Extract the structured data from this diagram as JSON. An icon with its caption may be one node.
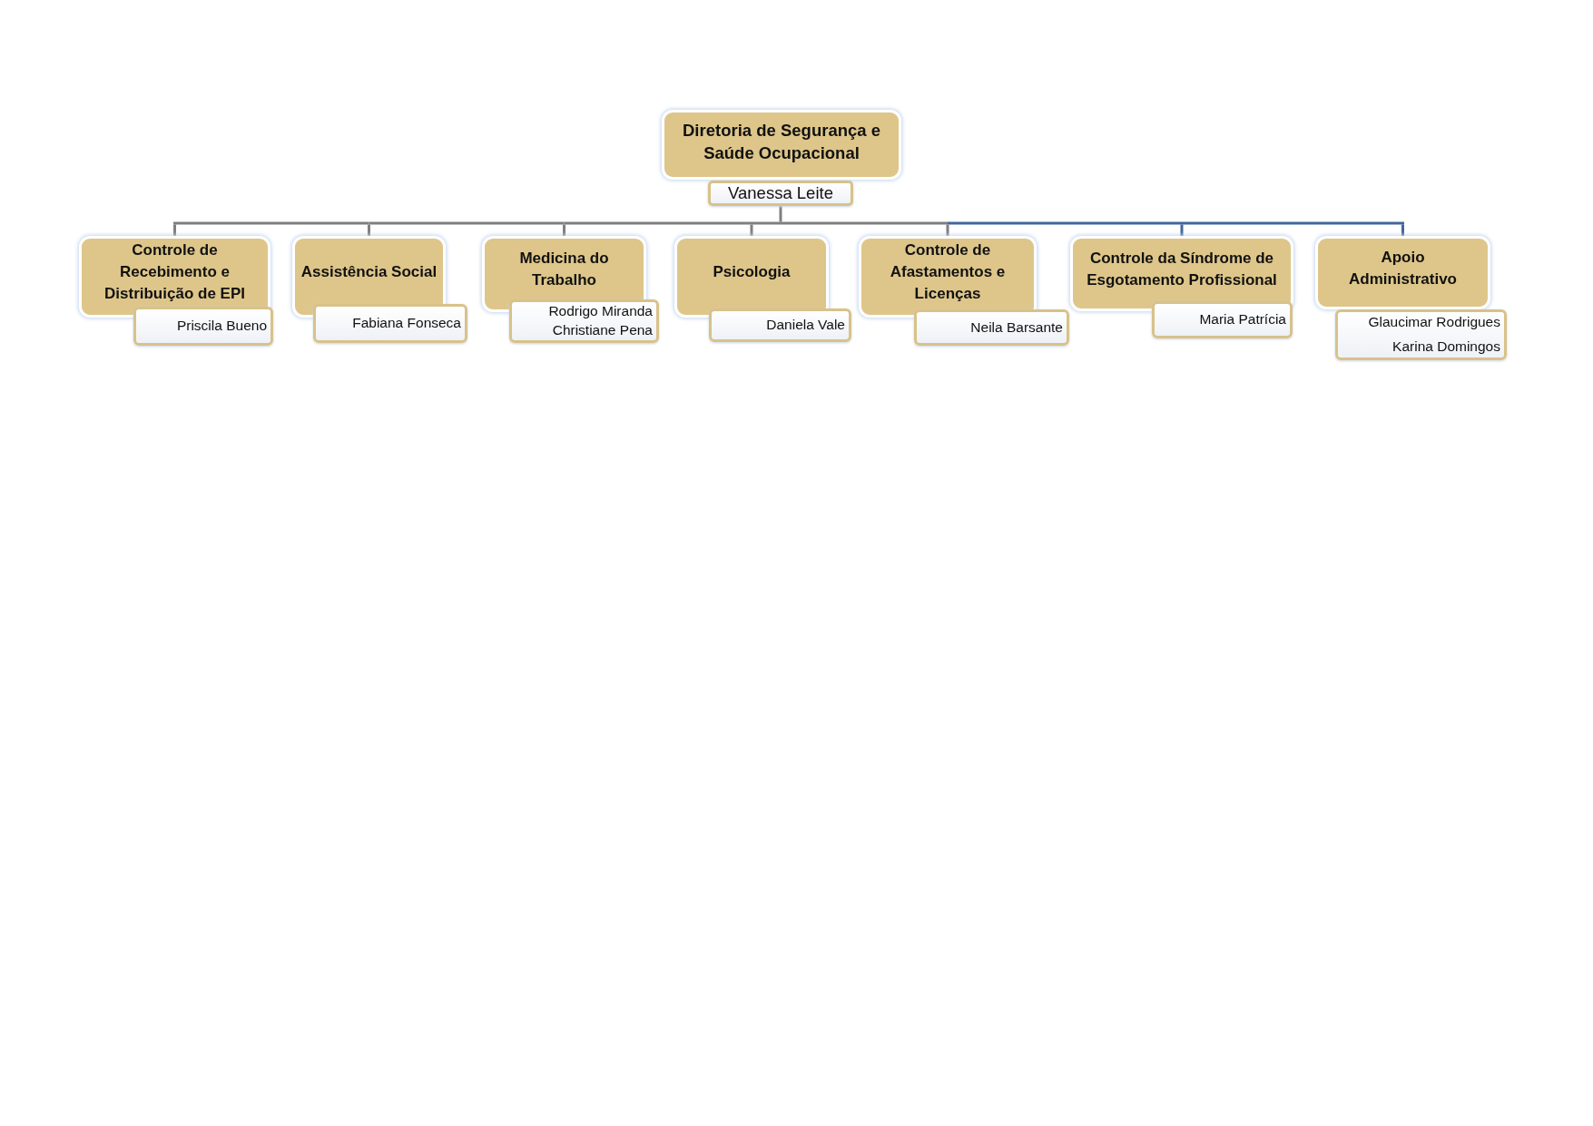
{
  "diagram": {
    "nodes": [
      {
        "text": [
          "Diretoria de Segurança e Saúde Ocupacional"
        ]
      },
      {
        "text": [
          "Vanessa Leite"
        ]
      },
      {
        "text": [
          "Controle de Recebimento e Distribuição de EPI"
        ]
      },
      {
        "text": [
          "Priscila Bueno"
        ]
      },
      {
        "text": [
          "Assistência Social"
        ]
      },
      {
        "text": [
          "Fabiana Fonseca"
        ]
      },
      {
        "text": [
          "Medicina do Trabalho"
        ]
      },
      {
        "text": [
          "Rodrigo Miranda",
          "Christiane Pena"
        ]
      },
      {
        "text": [
          "Psicologia"
        ]
      },
      {
        "text": [
          "Daniela Vale"
        ]
      },
      {
        "text": [
          "Controle de Afastamentos e Licenças"
        ]
      },
      {
        "text": [
          "Neila Barsante"
        ]
      },
      {
        "text": [
          "Controle da Síndrome de Esgotamento Profissional"
        ]
      },
      {
        "text": [
          "Maria Patrícia"
        ]
      },
      {
        "text": [
          "Apoio Administrativo"
        ]
      },
      {
        "text": [
          "Glaucimar Rodrigues",
          "Karina Domingos"
        ]
      }
    ],
    "edges": [
      {
        "from": 1,
        "to": 2,
        "arrow": "none"
      },
      {
        "from": 1,
        "to": 4,
        "arrow": "none"
      },
      {
        "from": 1,
        "to": 6,
        "arrow": "none"
      },
      {
        "from": 1,
        "to": 8,
        "arrow": "none"
      },
      {
        "from": 1,
        "to": 10,
        "arrow": "none"
      },
      {
        "from": 1,
        "to": 12,
        "arrow": "none",
        "color": "#41679c"
      },
      {
        "from": 1,
        "to": 14,
        "arrow": "none",
        "color": "#41679c"
      }
    ]
  }
}
